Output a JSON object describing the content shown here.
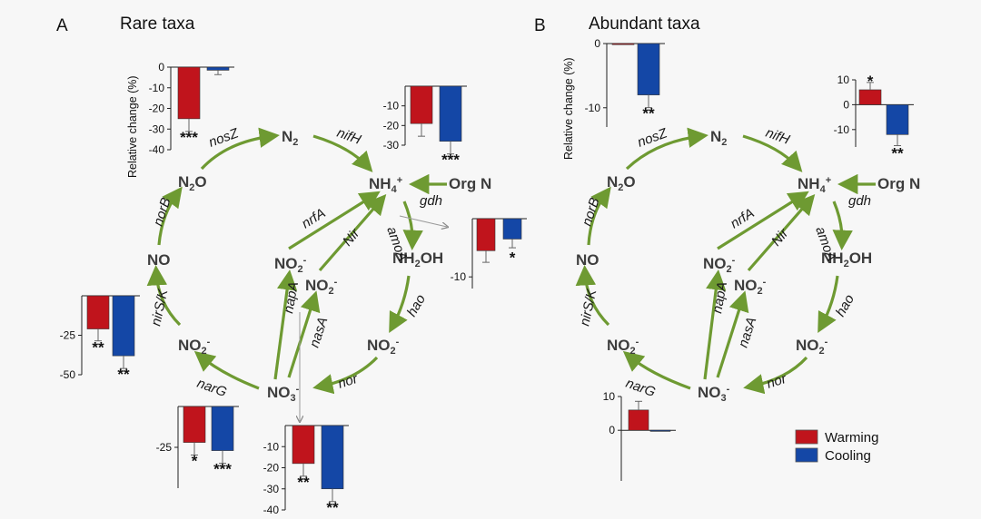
{
  "panels": {
    "a": {
      "letter": "A",
      "title": "Rare taxa"
    },
    "b": {
      "letter": "B",
      "title": "Abundant taxa"
    }
  },
  "nodes": {
    "n2": "N",
    "n2_sub": "2",
    "n2o": "N",
    "n2o_sub": "2",
    "n2o_tail": "O",
    "no": "NO",
    "nh4": "NH",
    "nh4_sub": "4",
    "nh4_sup": "+",
    "org_n": "Org N",
    "nh2oh_a": "NH",
    "nh2oh_sub": "2",
    "nh2oh_b": "OH",
    "no2": "NO",
    "no2_sub": "2",
    "no2_sup": "-",
    "no3": "NO",
    "no3_sub": "3",
    "no3_sup": "-"
  },
  "genes": {
    "nosZ": "nosZ",
    "nifH": "nifH",
    "gdh": "gdh",
    "norB": "norB",
    "nrfA": "nrfA",
    "amoA": "amoA",
    "Nir": "Nir",
    "napA": "napA",
    "nasA": "nasA",
    "hao": "hao",
    "nirSK": "nirS/K",
    "narG": "narG",
    "nor": "nor"
  },
  "axis": {
    "y_title": "Relative change (%)"
  },
  "legend": {
    "warming": {
      "label": "Warming",
      "color": "#c0141c"
    },
    "cooling": {
      "label": "Cooling",
      "color": "#1447a6"
    }
  },
  "chart_data": [
    {
      "type": "bar",
      "panel": "A",
      "gene": "nosZ",
      "ylim": [
        -40,
        0
      ],
      "ticks": [
        0,
        -10,
        -20,
        -30,
        -40
      ],
      "ylabel": "Relative change (%)",
      "series": [
        {
          "name": "Warming",
          "values": [
            -25
          ],
          "sig": "***"
        },
        {
          "name": "Cooling",
          "values": [
            -1.5
          ],
          "sig": ""
        }
      ]
    },
    {
      "type": "bar",
      "panel": "A",
      "gene": "nifH",
      "ylim": [
        -30,
        0
      ],
      "ticks": [
        -10,
        -20,
        -30
      ],
      "series": [
        {
          "name": "Warming",
          "values": [
            -19
          ],
          "sig": ""
        },
        {
          "name": "Cooling",
          "values": [
            -28
          ],
          "sig": "***"
        }
      ]
    },
    {
      "type": "bar",
      "panel": "A",
      "gene": "amoA",
      "ylim": [
        -12,
        0
      ],
      "ticks": [
        -10
      ],
      "series": [
        {
          "name": "Warming",
          "values": [
            -5.5
          ],
          "sig": ""
        },
        {
          "name": "Cooling",
          "values": [
            -3.5
          ],
          "sig": "*"
        }
      ]
    },
    {
      "type": "bar",
      "panel": "A",
      "gene": "nirS/K",
      "ylim": [
        -50,
        0
      ],
      "ticks": [
        -25,
        -50
      ],
      "series": [
        {
          "name": "Warming",
          "values": [
            -21
          ],
          "sig": "**"
        },
        {
          "name": "Cooling",
          "values": [
            -38
          ],
          "sig": "**"
        }
      ]
    },
    {
      "type": "bar",
      "panel": "A",
      "gene": "narG",
      "ylim": [
        -50,
        0
      ],
      "ticks": [
        -25
      ],
      "series": [
        {
          "name": "Warming",
          "values": [
            -22
          ],
          "sig": "*"
        },
        {
          "name": "Cooling",
          "values": [
            -27
          ],
          "sig": "***"
        }
      ]
    },
    {
      "type": "bar",
      "panel": "A",
      "gene": "napA/nasA",
      "ylim": [
        -40,
        0
      ],
      "ticks": [
        -10,
        -20,
        -30,
        -40
      ],
      "series": [
        {
          "name": "Warming",
          "values": [
            -18
          ],
          "sig": "**"
        },
        {
          "name": "Cooling",
          "values": [
            -30
          ],
          "sig": "**"
        }
      ]
    },
    {
      "type": "bar",
      "panel": "B",
      "gene": "nosZ",
      "ylim": [
        -13,
        0
      ],
      "ticks": [
        0,
        -10
      ],
      "ylabel": "Relative change (%)",
      "series": [
        {
          "name": "Warming",
          "values": [
            0
          ],
          "sig": ""
        },
        {
          "name": "Cooling",
          "values": [
            -8
          ],
          "sig": "**"
        }
      ]
    },
    {
      "type": "bar",
      "panel": "B",
      "gene": "nifH",
      "ylim": [
        -17,
        10
      ],
      "ticks": [
        10,
        0,
        -10
      ],
      "series": [
        {
          "name": "Warming",
          "values": [
            6
          ],
          "sig": "*"
        },
        {
          "name": "Cooling",
          "values": [
            -12
          ],
          "sig": "**"
        }
      ]
    },
    {
      "type": "bar",
      "panel": "B",
      "gene": "narG",
      "ylim": [
        -15,
        10
      ],
      "ticks": [
        10,
        0
      ],
      "series": [
        {
          "name": "Warming",
          "values": [
            6
          ],
          "sig": ""
        },
        {
          "name": "Cooling",
          "values": [
            0
          ],
          "sig": ""
        }
      ]
    }
  ]
}
